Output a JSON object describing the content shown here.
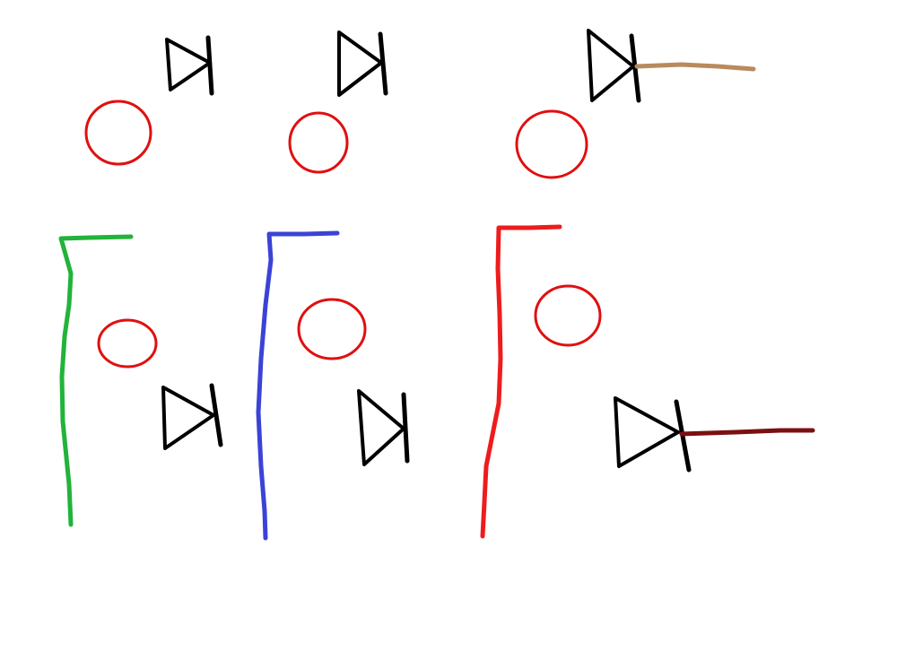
{
  "diagram": {
    "background": "#ffffff",
    "colors": {
      "wire": "#000000",
      "node_outline": "#e01010",
      "green_lead": "#22b33a",
      "blue_lead": "#3b43d6",
      "red_lead": "#ee1c1c",
      "top_output": "#b98a5c",
      "bottom_output": "#7b0f12"
    },
    "components": {
      "diodes": [
        "top-diode-1",
        "top-diode-2",
        "top-diode-3",
        "bottom-diode-1",
        "bottom-diode-2",
        "bottom-diode-3"
      ],
      "nodes": [
        "left-upper-node",
        "left-lower-node",
        "middle-upper-node",
        "middle-lower-node",
        "right-upper-node",
        "right-lower-node"
      ],
      "leads": [
        "green-lead",
        "blue-lead",
        "red-lead",
        "top-output-lead",
        "bottom-output-lead"
      ]
    }
  }
}
